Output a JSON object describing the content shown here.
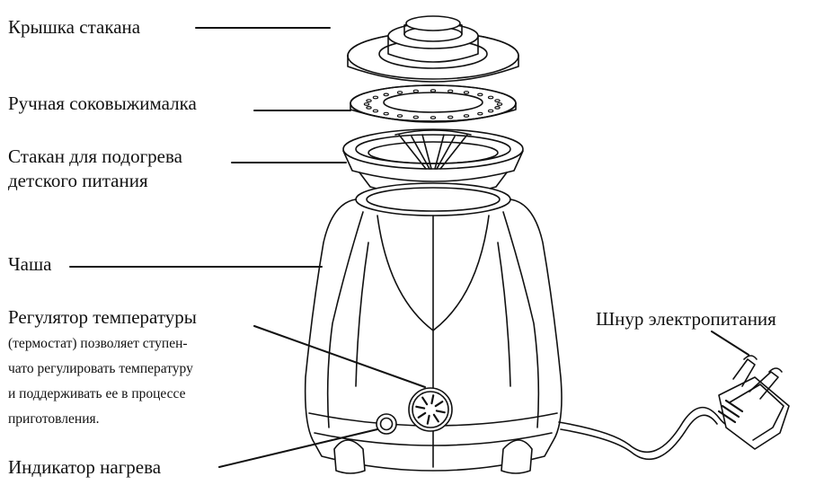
{
  "labels": {
    "lid": "Крышка стакана",
    "juicer": "Ручная соковыжималка",
    "cup_line1": "Стакан для подогрева",
    "cup_line2": "детского питания",
    "bowl": "Чаша",
    "regulator_title": "Регулятор температуры",
    "regulator_desc": [
      "(термостат) позволяет ступен-",
      "чато регулировать температуру",
      "и поддерживать ее в процессе",
      "приготовления."
    ],
    "indicator": "Индикатор нагрева",
    "cord": "Шнур электропитания"
  },
  "colors": {
    "ink": "#111111",
    "paper": "#ffffff"
  }
}
